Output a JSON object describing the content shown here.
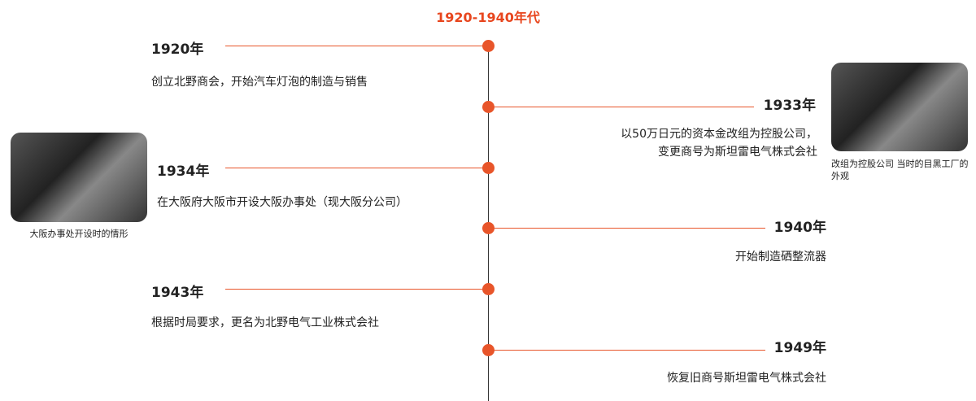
{
  "title": "1920-1940年代",
  "accent_color": "#e8552a",
  "events": [
    {
      "year": "1920年",
      "desc": "创立北野商会，开始汽车灯泡的制造与销售"
    },
    {
      "year": "1933年",
      "desc_lines": [
        "以50万日元的资本金改组为控股公司，",
        "变更商号为斯坦雷电气株式会社"
      ]
    },
    {
      "year": "1934年",
      "desc": "在大阪府大阪市开设大阪办事处（现大阪分公司）"
    },
    {
      "year": "1940年",
      "desc": "开始制造硒整流器"
    },
    {
      "year": "1943年",
      "desc": "根据时局要求，更名为北野电气工业株式会社"
    },
    {
      "year": "1949年",
      "desc": "恢复旧商号斯坦雷电气株式会社"
    }
  ],
  "photos": [
    {
      "caption": "改组为控股公司 当时的目黑工厂的外观"
    },
    {
      "caption": "大阪办事处开设时的情形"
    }
  ]
}
